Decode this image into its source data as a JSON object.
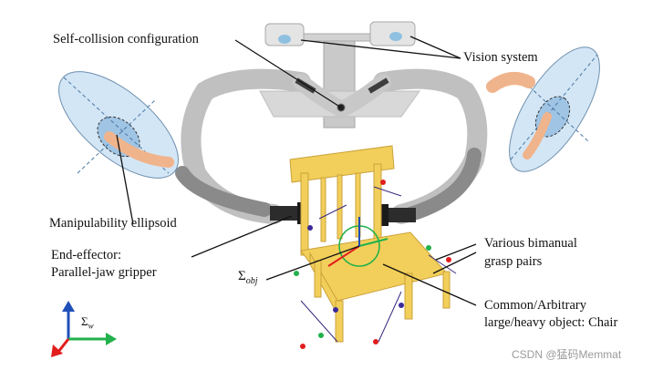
{
  "labels": {
    "self_collision": "Self-collision configuration",
    "vision_system": "Vision system",
    "manipulability": "Manipulability ellipsoid",
    "end_effector": [
      "End-effector:",
      "Parallel-jaw gripper"
    ],
    "grasp_pairs": [
      "Various bimanual",
      "grasp pairs"
    ],
    "object": [
      "Common/Arbitrary",
      "large/heavy object: Chair"
    ]
  },
  "symbols": {
    "sigma": "Σ",
    "obj_sub": "obj",
    "w_sub": "w"
  },
  "watermark": "CSDN @猛码Memmat",
  "colors": {
    "robot_arm": "#b8b8b8",
    "chair": "#f2cf5a",
    "ellipsoid": "#bcd8ef",
    "skin": "#f0b48c",
    "axis_x": "#e11d1d",
    "axis_y": "#22b14c",
    "axis_z": "#1f4fb8"
  }
}
